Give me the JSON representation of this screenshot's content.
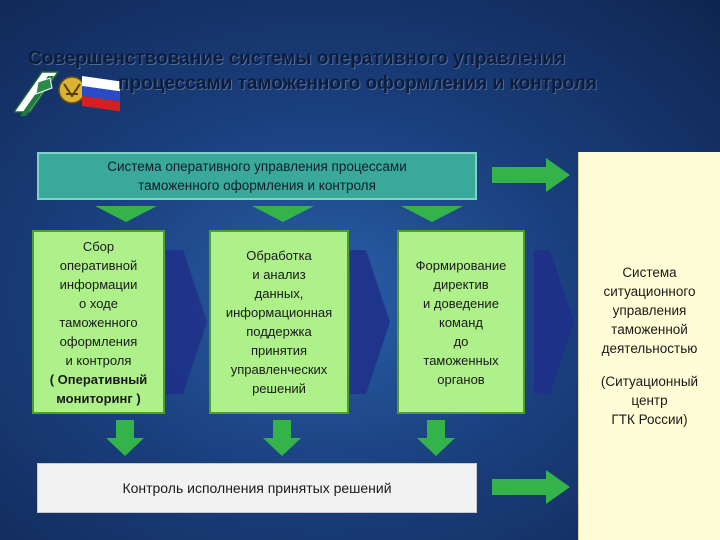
{
  "header": {
    "title_line1": "Совершенствование системы оперативного управления",
    "title_line2": "процессами таможенного оформления и контроля"
  },
  "top_box": {
    "line1": "Система оперативного управления процессами",
    "line2": "таможенного оформления и контроля"
  },
  "boxes": [
    {
      "lines": [
        "Сбор",
        "оперативной",
        "информации",
        "о ходе",
        "таможенного",
        "оформления",
        "и контроля"
      ],
      "emphasis": [
        "( Оперативный",
        "мониторинг )"
      ]
    },
    {
      "lines": [
        "Обработка",
        "и анализ",
        "данных,",
        "информационная",
        "поддержка",
        "принятия",
        "управленческих",
        "решений"
      ]
    },
    {
      "lines": [
        "Формирование",
        "директив",
        "и доведение",
        "команд",
        "до",
        "таможенных",
        "органов"
      ]
    }
  ],
  "bottom_box": {
    "label": "Контроль исполнения принятых решений"
  },
  "right_panel": {
    "lines": [
      "Система",
      "ситуационного",
      "управления",
      "таможенной",
      "деятельностью"
    ],
    "sub_lines": [
      "(Ситуационный",
      "центр",
      "ГТК России)"
    ]
  },
  "colors": {
    "background": "#1a3f7d",
    "top_box": "#3aa89a",
    "process_box": "#aef08a",
    "arrow_green": "#34b34a",
    "arrow_blue": "#1f2f8a",
    "right_panel": "#fffdd6"
  }
}
